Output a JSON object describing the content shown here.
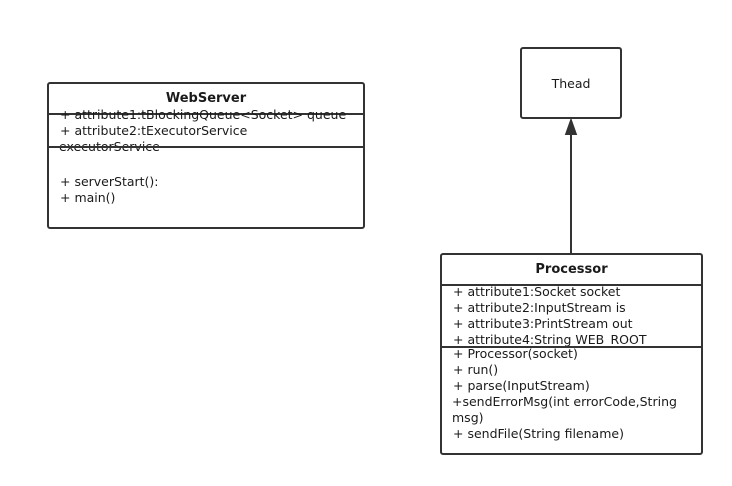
{
  "webserver": {
    "name": "WebServer",
    "attributes": [
      "+ attribute1:tBlockingQueue<Socket> queue",
      "+ attribute2:tExecutorService",
      "executorService"
    ],
    "operations": [
      "+ serverStart():",
      "+ main()"
    ]
  },
  "thread": {
    "name": "Thead"
  },
  "processor": {
    "name": "Processor",
    "attributes": [
      "+ attribute1:Socket socket",
      "+ attribute2:InputStream is",
      "+ attribute3:PrintStream out",
      "+ attribute4:String WEB_ROOT"
    ],
    "operations": [
      "+ Processor(socket)",
      "+ run()",
      "+ parse(InputStream)",
      "+sendErrorMsg(int errorCode,String msg)",
      "+ sendFile(String filename)"
    ]
  },
  "colors": {
    "stroke": "#333333",
    "text": "#1a1a1a",
    "background": "#ffffff"
  }
}
